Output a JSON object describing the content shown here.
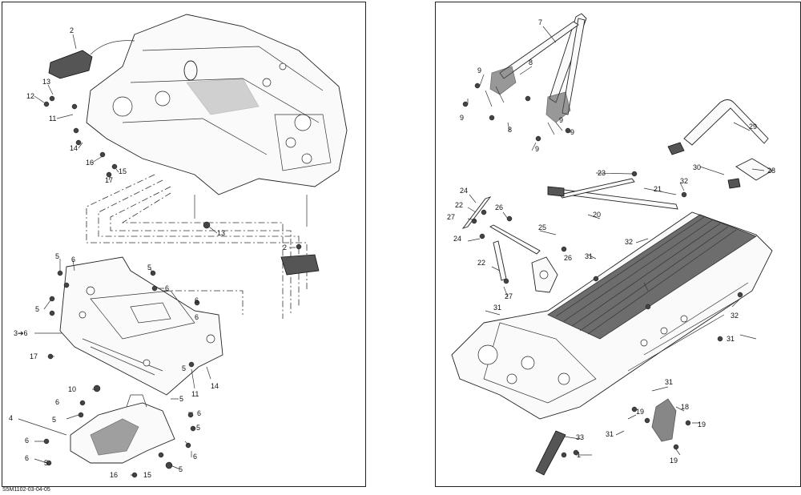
{
  "document_ref": "S5M1102-03-04-05",
  "left_panel": {
    "callouts": [
      "2",
      "13",
      "12",
      "11",
      "14",
      "16",
      "15",
      "17",
      "13",
      "2",
      "5",
      "6",
      "5",
      "6",
      "5",
      "6",
      "3➔6",
      "6",
      "17",
      "5",
      "14",
      "11",
      "10",
      "6",
      "5",
      "5",
      "6",
      "5",
      "4",
      "6",
      "6",
      "5",
      "16",
      "15",
      "5",
      "6"
    ]
  },
  "right_panel": {
    "callouts": [
      "7",
      "8",
      "9",
      "9",
      "9",
      "8",
      "9",
      "9",
      "29",
      "30",
      "28",
      "23",
      "32",
      "21",
      "24",
      "22",
      "27",
      "26",
      "20",
      "24",
      "25",
      "32",
      "31",
      "22",
      "26",
      "27",
      "31",
      "32",
      "31",
      "31",
      "18",
      "19",
      "19",
      "31",
      "33",
      "1",
      "19"
    ]
  }
}
